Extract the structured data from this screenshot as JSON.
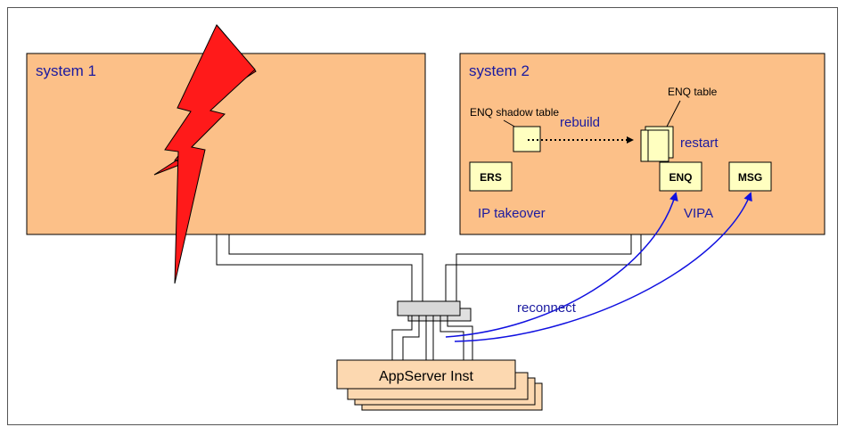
{
  "systems": {
    "system1": {
      "label": "system 1"
    },
    "system2": {
      "label": "system 2"
    }
  },
  "tables": {
    "shadow": {
      "label": "ENQ shadow table"
    },
    "enq": {
      "label": "ENQ table"
    }
  },
  "actions": {
    "rebuild": "rebuild",
    "restart": "restart",
    "ip_takeover": "IP takeover",
    "vipa": "VIPA",
    "reconnect": "reconnect"
  },
  "components": {
    "ers": "ERS",
    "enq": "ENQ",
    "msg": "MSG"
  },
  "appserver": {
    "label": "AppServer Inst"
  },
  "colors": {
    "system_fill": "#fcc088",
    "component_fill": "#ffffc0",
    "label_blue": "#1a1aa0",
    "arrow_blue": "#1010e0",
    "lightning": "#ff1a1a",
    "appserver_fill": "#fcd8b0"
  }
}
